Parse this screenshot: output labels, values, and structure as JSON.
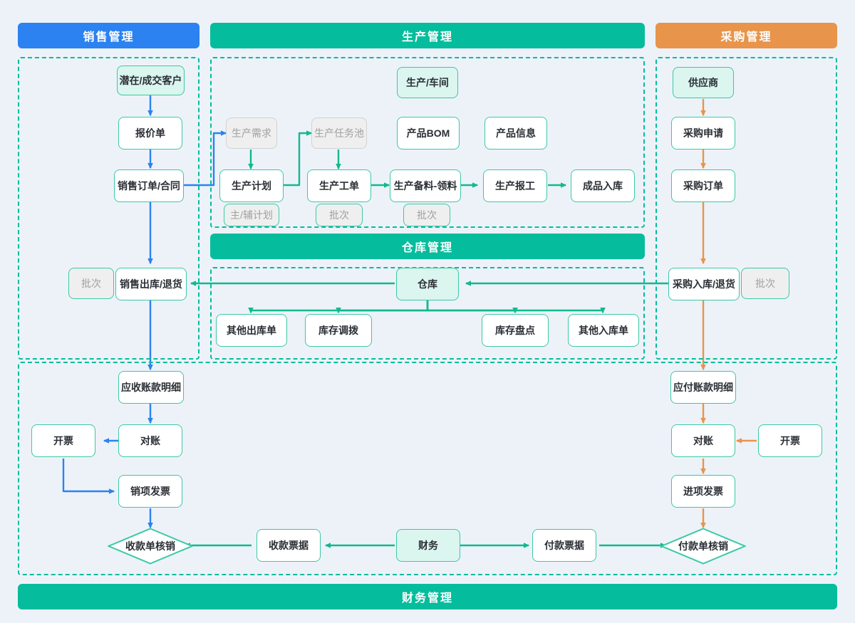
{
  "colors": {
    "background": "#EDF2F9",
    "sales_accent": "#2B82F0",
    "production_accent": "#05BD9C",
    "purchase_accent": "#E8944A",
    "node_border": "#3CC9A4",
    "fill_node": "#DBF5EF",
    "muted_node": "#EFEFEF",
    "dashed_group": "#05BD9C"
  },
  "bars": {
    "sales": "销售管理",
    "production": "生产管理",
    "purchase": "采购管理",
    "warehouse": "仓库管理",
    "finance": "财务管理"
  },
  "sales": {
    "customer": "潜在/成交客户",
    "quotation": "报价单",
    "order": "销售订单/合同",
    "batch": "批次",
    "outbound": "销售出库/退货"
  },
  "production": {
    "workshop": "生产/车间",
    "demand": "生产需求",
    "task_pool": "生产任务池",
    "bom": "产品BOM",
    "product_info": "产品信息",
    "plan": "生产计划",
    "work_order": "生产工单",
    "picking": "生产备料-领料",
    "report": "生产报工",
    "finished_in": "成品入库",
    "plan_tag": "主/辅计划",
    "work_order_tag": "批次",
    "picking_tag": "批次"
  },
  "warehouse": {
    "center": "仓库",
    "other_out": "其他出库单",
    "transfer": "库存调拨",
    "stocktake": "库存盘点",
    "other_in": "其他入库单"
  },
  "purchase": {
    "supplier": "供应商",
    "request": "采购申请",
    "order": "采购订单",
    "inbound": "采购入库/退货",
    "batch": "批次"
  },
  "finance_left": {
    "receivable": "应收账款明细",
    "invoice_issue": "开票",
    "reconcile": "对账",
    "output_invoice": "销项发票",
    "receipt_writeoff": "收款单核销",
    "receipt_doc": "收款票据"
  },
  "finance_center": {
    "finance": "财务"
  },
  "finance_right": {
    "payable": "应付账款明细",
    "reconcile": "对账",
    "invoice_issue": "开票",
    "input_invoice": "进项发票",
    "payment_doc": "付款票据",
    "payment_writeoff": "付款单核销"
  }
}
